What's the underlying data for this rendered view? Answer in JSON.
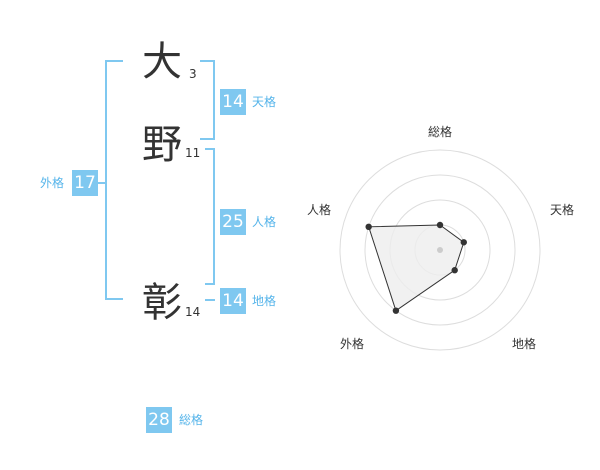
{
  "name": {
    "chars": [
      {
        "char": "大",
        "strokes": "3"
      },
      {
        "char": "野",
        "strokes": "11"
      },
      {
        "char": "彰",
        "strokes": "14"
      }
    ]
  },
  "fortune": {
    "tenkaku": {
      "value": "14",
      "label": "天格"
    },
    "jinkaku": {
      "value": "25",
      "label": "人格"
    },
    "chikaku": {
      "value": "14",
      "label": "地格"
    },
    "gaikaku": {
      "value": "17",
      "label": "外格"
    },
    "soukaku": {
      "value": "28",
      "label": "総格"
    }
  },
  "chart_data": {
    "type": "radar",
    "axes": [
      "総格",
      "天格",
      "地格",
      "外格",
      "人格"
    ],
    "values": [
      1,
      1,
      1,
      3,
      3
    ],
    "max": 4,
    "rings": 4,
    "colors": {
      "fill": "#eeeeee",
      "line": "#333333",
      "ring": "#dddddd",
      "point": "#333333"
    }
  }
}
